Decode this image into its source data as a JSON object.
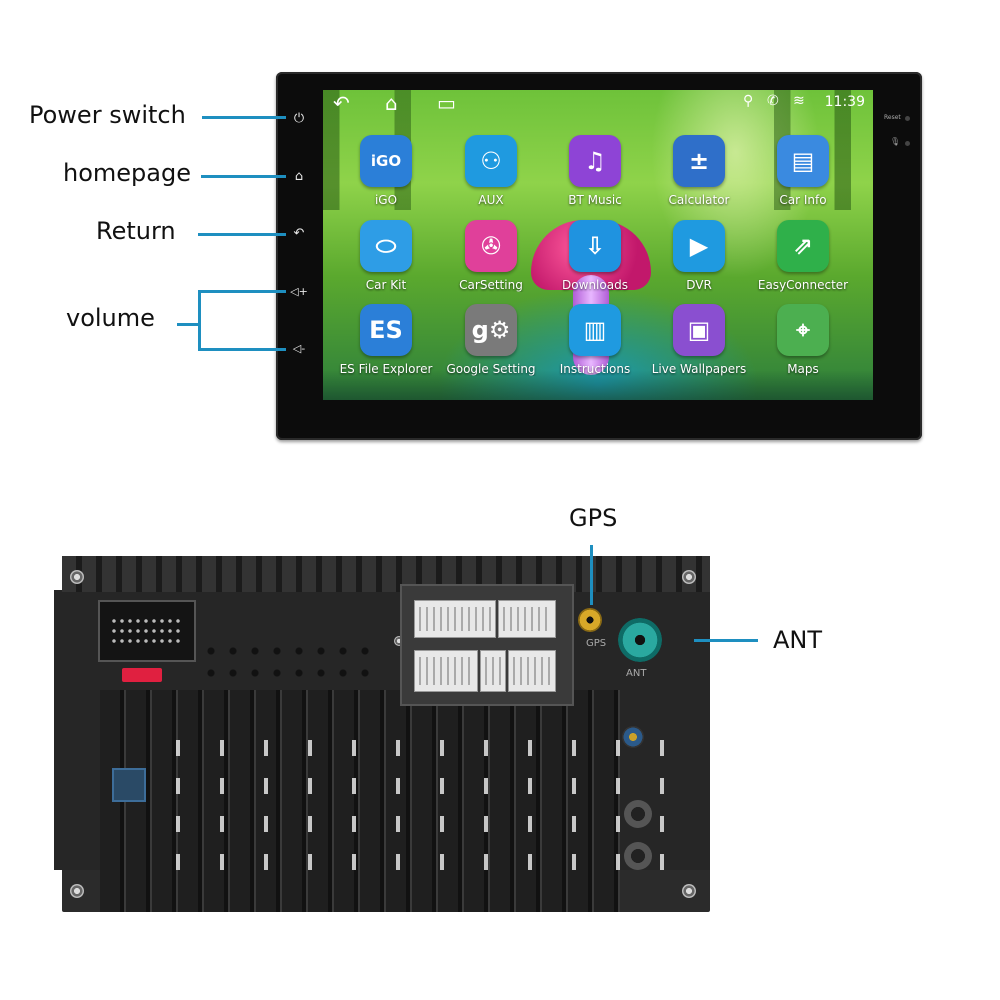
{
  "callouts": {
    "power_switch": "Power switch",
    "homepage": "homepage",
    "return": "Return",
    "volume": "volume",
    "gps": "GPS",
    "ant": "ANT"
  },
  "statusbar": {
    "time": "11:39"
  },
  "side_buttons": {
    "power": "⏻",
    "home": "⌂",
    "back": "↶",
    "vol_up": "◁+",
    "vol_down": "◁-"
  },
  "apps": [
    {
      "label": "iGO",
      "glyph": "iGO",
      "color": "#2b7fd8"
    },
    {
      "label": "AUX",
      "glyph": "⚇",
      "color": "#1f9ae0"
    },
    {
      "label": "BT Music",
      "glyph": "♫",
      "color": "#8e44d6"
    },
    {
      "label": "Calculator",
      "glyph": "±",
      "color": "#2f6fc9"
    },
    {
      "label": "Car Info",
      "glyph": "▤",
      "color": "#3a8ae0"
    },
    {
      "label": "Car Kit",
      "glyph": "⬭",
      "color": "#2e9de6"
    },
    {
      "label": "CarSetting",
      "glyph": "✇",
      "color": "#e0409a"
    },
    {
      "label": "Downloads",
      "glyph": "⇩",
      "color": "#1f93e0"
    },
    {
      "label": "DVR",
      "glyph": "▶",
      "color": "#1f9ae0"
    },
    {
      "label": "EasyConnecter",
      "glyph": "⇗",
      "color": "#2fb04a"
    },
    {
      "label": "ES File Explorer",
      "glyph": "ES",
      "color": "#2b7fd8"
    },
    {
      "label": "Google Setting",
      "glyph": "g⚙",
      "color": "#7a7a7a"
    },
    {
      "label": "Instructions",
      "glyph": "▥",
      "color": "#1f9ae0"
    },
    {
      "label": "Live Wallpapers",
      "glyph": "▣",
      "color": "#8a4fd0"
    },
    {
      "label": "Maps",
      "glyph": "⌖",
      "color": "#4caf50"
    }
  ],
  "screen_labels": {
    "reset": "Reset"
  },
  "back_labels": {
    "gps_port": "GPS",
    "ant_port": "ANT"
  },
  "colors": {
    "leader": "#1e8fc0",
    "fuse": "#e02040"
  }
}
